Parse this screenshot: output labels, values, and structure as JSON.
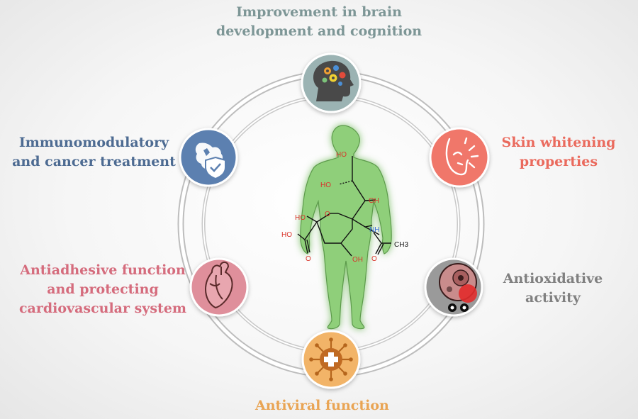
{
  "labels": {
    "brain": [
      "Improvement in brain",
      "development and cognition"
    ],
    "immuno": [
      "Immunomodulatory",
      "and cancer treatment"
    ],
    "skin": [
      "Skin whitening",
      "properties"
    ],
    "antiadhesive": [
      "Antiadhesive function",
      "and protecting",
      "cardiovascular system"
    ],
    "antioxidative": [
      "Antioxidative",
      "activity"
    ],
    "antiviral": [
      "Antiviral function"
    ]
  },
  "molecule": {
    "atoms": [
      "HO",
      "HO",
      "OH",
      "NH",
      "HO",
      "O",
      "HO",
      "O",
      "OH",
      "O",
      "CH3"
    ]
  },
  "icons": {
    "brain": "head-gears-icon",
    "immuno": "shield-check-icon",
    "skin": "face-sun-icon",
    "antiadhesive": "heart-icon",
    "antioxidative": "cell-radical-icon",
    "antiviral": "virus-cross-icon"
  },
  "colors": {
    "brain": "#7d9696",
    "immuno": "#4d6b92",
    "skin": "#ea6a5d",
    "antiadhesive": "#d56c7d",
    "antioxidative": "#808080",
    "antiviral": "#e9a453",
    "body": "#8fcf7a"
  }
}
